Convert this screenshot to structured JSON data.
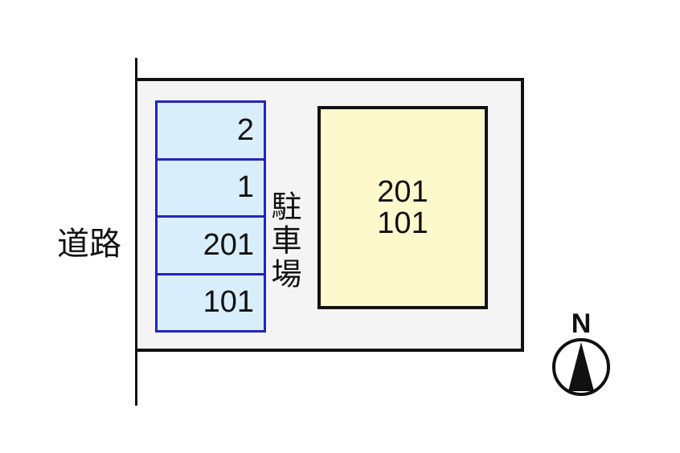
{
  "diagram": {
    "road": {
      "label": "道路"
    },
    "parking": {
      "area_label": "駐車場",
      "spaces": [
        {
          "label": "2"
        },
        {
          "label": "1"
        },
        {
          "label": "201"
        },
        {
          "label": "101"
        }
      ]
    },
    "building": {
      "line1": "201",
      "line2": "101"
    },
    "compass": {
      "north_label": "N"
    }
  },
  "colors": {
    "background": "#ffffff",
    "site_fill": "#f4f4f5",
    "outline": "#111111",
    "parking_space_fill": "#d9eefb",
    "parking_space_border": "#2424bd",
    "building_fill": "#fdf9cd"
  }
}
